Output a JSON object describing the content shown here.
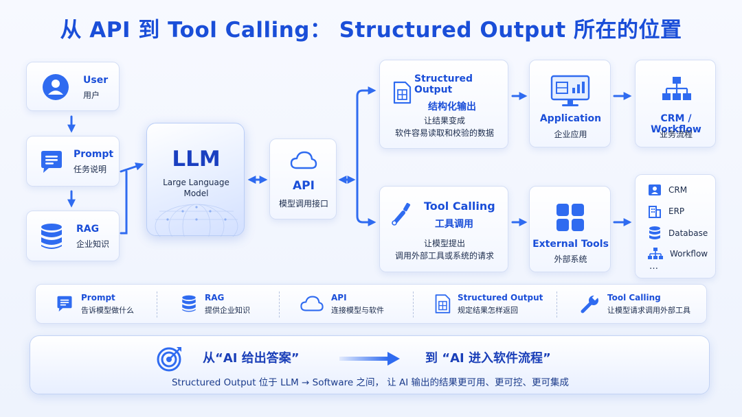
{
  "title": "从 API 到 Tool Calling： Structured Output 所在的位置",
  "left": {
    "user": {
      "title": "User",
      "subtitle": "用户"
    },
    "prompt": {
      "title": "Prompt",
      "subtitle": "任务说明"
    },
    "rag": {
      "title": "RAG",
      "subtitle": "企业知识"
    }
  },
  "llm": {
    "title": "LLM",
    "subtitle_line1": "Large Language",
    "subtitle_line2": "Model"
  },
  "api": {
    "title": "API",
    "subtitle": "模型调用接口"
  },
  "structured": {
    "title": "Structured Output",
    "subtitle": "结构化输出",
    "desc1": "让结果变成",
    "desc2": "软件容易读取和校验的数据"
  },
  "application": {
    "title": "Application",
    "subtitle": "企业应用"
  },
  "crm_workflow": {
    "title": "CRM / Workflow",
    "subtitle": "业务流程"
  },
  "tool_calling": {
    "title": "Tool Calling",
    "subtitle": "工具调用",
    "desc1": "让模型提出",
    "desc2": "调用外部工具或系统的请求"
  },
  "external_tools": {
    "title": "External Tools",
    "subtitle": "外部系统"
  },
  "systems": {
    "items": [
      "CRM",
      "ERP",
      "Database",
      "Workflow"
    ],
    "more": "…"
  },
  "legend": [
    {
      "title": "Prompt",
      "desc": "告诉模型做什么",
      "icon": "chat-icon"
    },
    {
      "title": "RAG",
      "desc": "提供企业知识",
      "icon": "database-icon"
    },
    {
      "title": "API",
      "desc": "连接模型与软件",
      "icon": "cloud-icon"
    },
    {
      "title": "Structured Output",
      "desc": "规定结果怎样返回",
      "icon": "document-table-icon"
    },
    {
      "title": "Tool Calling",
      "desc": "让模型请求调用外部工具",
      "icon": "wrench-icon"
    }
  ],
  "banner": {
    "from": "从“AI 给出答案”",
    "to": "到 “AI 进入软件流程”",
    "summary": "Structured Output 位于 LLM → Software 之间， 让 AI 输出的结果更可用、更可控、更可集成"
  },
  "colors": {
    "accent": "#1a4ed8",
    "arrow": "#2f6bf0",
    "icon": "#2f6bf0",
    "card_border": "#d4def5"
  }
}
